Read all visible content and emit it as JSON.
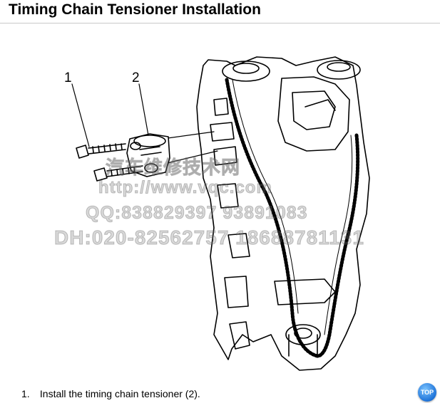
{
  "title": "Timing Chain Tensioner Installation",
  "callouts": {
    "bolt": "1",
    "tensioner": "2"
  },
  "watermark": {
    "line1": "汽车维修技术网",
    "line2": "http://www.vqc.com",
    "line3": "QQ:838829397 93891083",
    "line4": "DH:020-82562757 18688781131"
  },
  "steps": [
    {
      "number": "1.",
      "text": "Install the timing chain tensioner (2)."
    }
  ],
  "top_button": {
    "label": "TOP",
    "color": "#1e73d8"
  }
}
